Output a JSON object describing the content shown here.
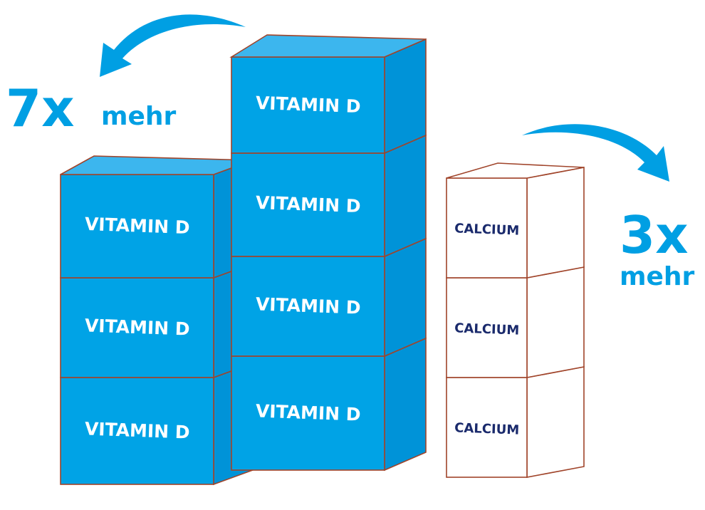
{
  "left_callout": {
    "multiplier": "7x",
    "word": "mehr"
  },
  "right_callout": {
    "multiplier": "3x",
    "word": "mehr"
  },
  "stacks": {
    "left": [
      "VITAMIN D",
      "VITAMIN D",
      "VITAMIN D"
    ],
    "middle": [
      "VITAMIN D",
      "VITAMIN D",
      "VITAMIN D",
      "VITAMIN D"
    ],
    "right": [
      "CALCIUM",
      "CALCIUM",
      "CALCIUM"
    ]
  },
  "colors": {
    "blue": "#009fe3",
    "edge": "#a0442a",
    "navy": "#1a2a6c"
  }
}
